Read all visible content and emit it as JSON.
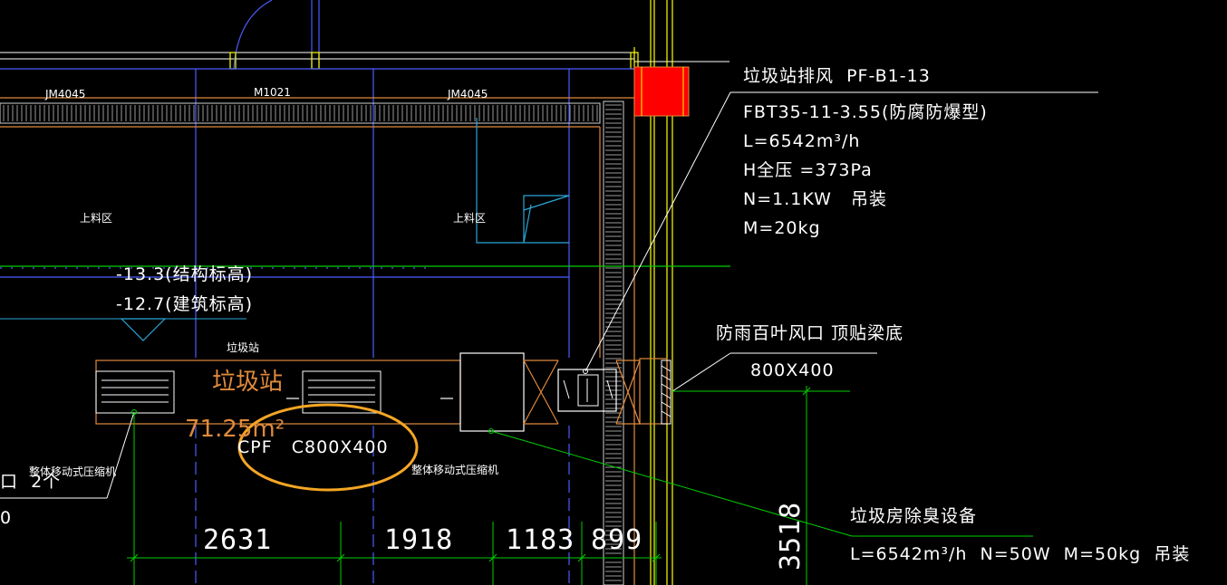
{
  "drawing": {
    "doors": {
      "left": "JM4045",
      "middle": "M1021",
      "right": "JM4045"
    },
    "zones": {
      "loading_left": "上料区",
      "loading_right": "上料区",
      "station_small": "垃圾站",
      "station_large": "垃圾站",
      "area": "71.25m²"
    },
    "elevations": {
      "structural": "-13.3(结构标高)",
      "architectural": "-12.7(建筑标高)"
    },
    "fan": {
      "title": "垃圾站排风  PF-B1-13",
      "model": "FBT35-11-3.55(防腐防爆型)",
      "airflow": "L=6542m³/h",
      "pressure": "H全压 =373Pa",
      "power": "N=1.1KW   吊装",
      "mass": "M=20kg"
    },
    "louver": {
      "title": "防雨百叶风口 顶贴梁底",
      "size": "800X400"
    },
    "duct": {
      "label": "CPF   C800X400"
    },
    "compressors": {
      "left": "整体移动式压缩机",
      "right": "整体移动式压缩机"
    },
    "deodor": {
      "title": "垃圾房除臭设备",
      "spec": "L=6542m³/h  N=50W  M=50kg  吊装"
    },
    "partial_left": {
      "line1": "口  2个",
      "line2": "0"
    },
    "dimensions": [
      "2631",
      "1918",
      "1183",
      "899"
    ],
    "vertical_dimension": "3518",
    "colors": {
      "background": "#000000",
      "wall": "#e08a3c",
      "grid": "#4a5cff",
      "dimension": "#00d000",
      "highlight": "#f5a623",
      "fan_fill": "#ff0000",
      "yellow": "#ffff00",
      "cyan": "#2aa7d8"
    }
  }
}
